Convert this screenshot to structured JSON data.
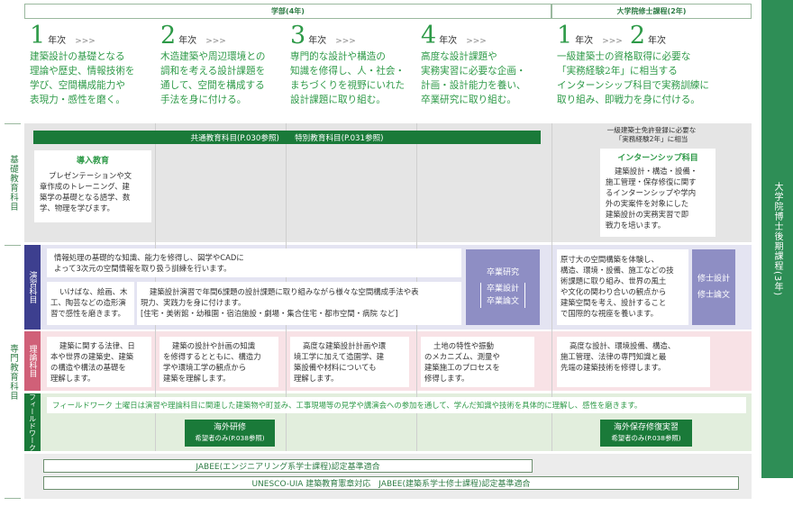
{
  "header": {
    "undergrad": "学部(4年)",
    "master": "大学院修士課程(2年)",
    "doctor": "大学院博士後期課程(3年)"
  },
  "years": [
    {
      "num": "1",
      "suffix": "年次",
      "arrow": ">>>",
      "desc": [
        "建築設計の基礎となる",
        "理論や歴史、情報技術を",
        "学び、空間構成能力や",
        "表現力・感性を磨く。"
      ]
    },
    {
      "num": "2",
      "suffix": "年次",
      "arrow": ">>>",
      "desc": [
        "木造建築や周辺環境との",
        "調和を考える設計課題を",
        "通して、空間を構成する",
        "手法を身に付ける。"
      ]
    },
    {
      "num": "3",
      "suffix": "年次",
      "arrow": ">>>",
      "desc": [
        "専門的な設計や構造の",
        "知識を修得し、人・社会・",
        "まちづくりを視野にいれた",
        "設計課題に取り組む。"
      ]
    },
    {
      "num": "4",
      "suffix": "年次",
      "arrow": ">>>",
      "desc": [
        "高度な設計課題や",
        "実務実習に必要な企画・",
        "計画・設計能力を養い、",
        "卒業研究に取り組む。"
      ]
    }
  ],
  "master_years": {
    "y1": "1",
    "y1_suffix": "年次",
    "arrow": ">>>",
    "y2": "2",
    "y2_suffix": "年次",
    "desc": [
      "一級建築士の資格取得に必要な",
      "「実務経験2年」に相当する",
      "インターンシップ科目で実務訓練に",
      "取り組み、即戦力を身に付ける。"
    ]
  },
  "rows": {
    "basic": "基礎教育科目",
    "specialized": "専門教育科目",
    "exercise": "演習科目",
    "theory": "理論科目",
    "fieldwork": "フィールドワーク"
  },
  "basic": {
    "common_bar": "共通教育科目(P.030参照)　　特別教育科目(P.031参照)",
    "intro_title": "導入教育",
    "intro_text": [
      "プレゼンテーションや文",
      "章作成のトレーニング、建",
      "築学の基礎となる語学、数",
      "学、物理を学びます。"
    ],
    "license_note": [
      "一級建築士免許登録に必要な",
      "「実務経験2年」に相当"
    ],
    "intern_title": "インターンシップ科目",
    "intern_text": [
      "建築設計・構造・設備・",
      "施工管理・保存修復に関す",
      "るインターンシップや学内",
      "外の実案件を対象にした",
      "建築設計の実務実習で即",
      "戦力を培います。"
    ]
  },
  "exercise": {
    "info": [
      "情報処理の基礎的な知識、能力を修得し、図学やCADに",
      "よって3次元の空間情報を取り扱う訓練を行います。"
    ],
    "arts": [
      "いけばな、絵画、木",
      "工、陶芸などの造形演",
      "習で感性を磨きます。"
    ],
    "design": [
      "建築設計演習で年間6課題の設計課題に取り組みながら様々な空間構成手法や表",
      "現力、実践力を身に付けます。",
      "[住宅・美術館・幼稚園・宿泊施設・劇場・集合住宅・都市空間・病院 など]"
    ],
    "grad_research": "卒業研究",
    "grad_design": "卒業設計",
    "grad_thesis": "卒業論文",
    "master_text": [
      "原寸大の空間構築を体験し、",
      "構造、環境・設備、施工などの技",
      "術課題に取り組み、世界の風土",
      "や文化の関わり合いの観点から",
      "建築空間を考え、設計すること",
      "で国際的な視座を養います。"
    ],
    "master_design": "修士設計",
    "master_thesis": "修士論文"
  },
  "theory": [
    [
      "建築に関する法律、日",
      "本や世界の建築史、建築",
      "の構造や構法の基礎を",
      "理解します。"
    ],
    [
      "建築の設計や計画の知識",
      "を修得するとともに、構造力",
      "学や環境工学の観点から",
      "建築を理解します。"
    ],
    [
      "高度な建築設計計画や環",
      "境工学に加えて造園学、建",
      "築設備や材料についても",
      "理解します。"
    ],
    [
      "土地の特性や振動",
      "のメカニズム、測量や",
      "建築施工のプロセスを",
      "修得します。"
    ],
    [
      "高度な設計、環境設備、構造、",
      "施工管理、法律の専門知識と最",
      "先端の建築技術を修得します。"
    ]
  ],
  "fieldwork": {
    "text": "フィールドワーク 土曜日は演習や理論科目に関連した建築物や町並み、工事現場等の見学や講演会への参加を通して、学んだ知識や技術を具体的に理解し、感性を磨きます。",
    "abroad_title": "海外研修",
    "abroad_sub": "希望者のみ(P.038参照)",
    "overseas_title": "海外保存修復実習",
    "overseas_sub": "希望者のみ(P.038参照)"
  },
  "bottom": {
    "jabee": "JABEE(エンジニアリング系学士課程)認定基準適合",
    "unesco": "UNESCO-UIA 建築教育憲章対応　JABEE(建築系学士修士課程)認定基準適合"
  },
  "colors": {
    "green": "#2e9a48",
    "dark_green": "#1a7a39",
    "purple": "#8e8ec4",
    "navy": "#3d3f8f",
    "pink": "#d06078"
  }
}
